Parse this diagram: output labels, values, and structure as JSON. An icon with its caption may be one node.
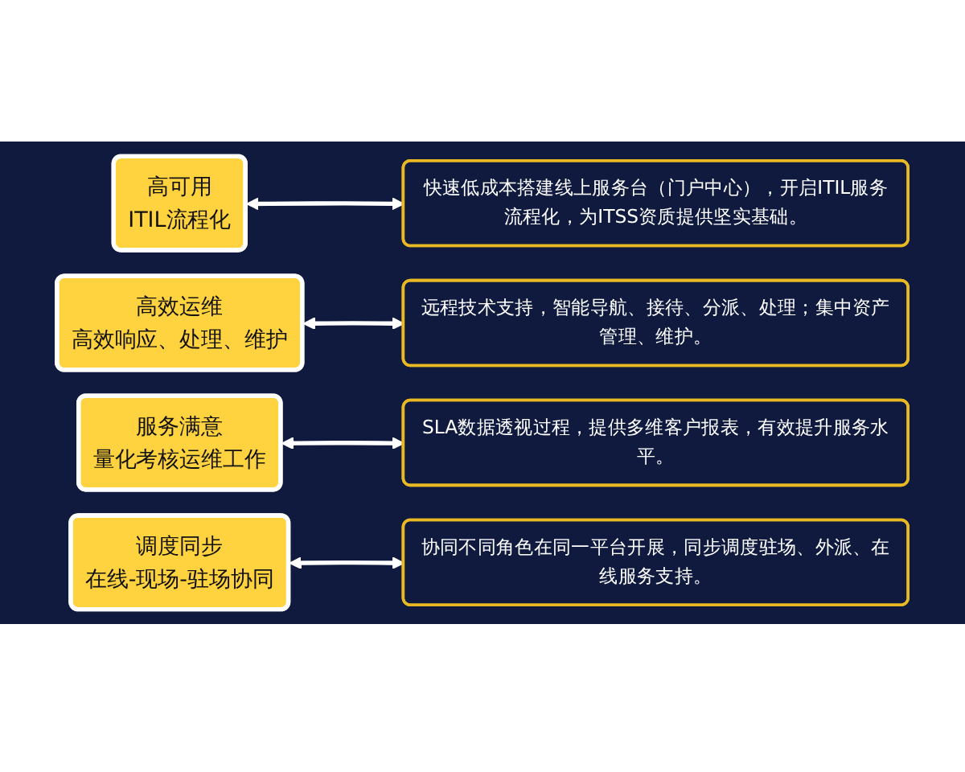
{
  "diagram": {
    "nodes": [
      {
        "text": [
          "高可用",
          "ITIL流程化"
        ]
      },
      {
        "text": [
          "快速低成本搭建线上服务台（门户中心），开启ITIL服务流程化，为ITSS资质提供坚实基础。"
        ]
      },
      {
        "text": [
          "高效运维",
          "高效响应、处理、维护"
        ]
      },
      {
        "text": [
          "远程技术支持，智能导航、接待、分派、处理；集中资产管理、维护。"
        ]
      },
      {
        "text": [
          "服务满意",
          "量化考核运维工作"
        ]
      },
      {
        "text": [
          "SLA数据透视过程，提供多维客户报表，有效提升服务水平。"
        ]
      },
      {
        "text": [
          "调度同步",
          "在线-现场-驻场协同"
        ]
      },
      {
        "text": [
          "协同不同角色在同一平台开展，同步调度驻场、外派、在线服务支持。"
        ]
      }
    ],
    "edges": [
      {
        "from": 0,
        "to": 1,
        "arrow": "both"
      },
      {
        "from": 2,
        "to": 3,
        "arrow": "both"
      },
      {
        "from": 4,
        "to": 5,
        "arrow": "both"
      },
      {
        "from": 6,
        "to": 7,
        "arrow": "both"
      }
    ]
  }
}
